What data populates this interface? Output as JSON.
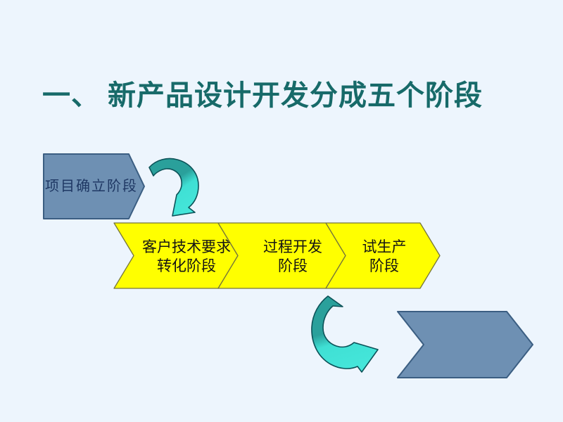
{
  "slide": {
    "title": "一、 新产品设计开发分成五个阶段",
    "colors": {
      "background": "#edf5fd",
      "title_text": "#176a69",
      "stage_fill": "#6e90b3",
      "stage_border": "#3b5e82",
      "stage_text": "#1f3864",
      "phase_fill": "#ffff00",
      "phase_border": "#76763a",
      "phase_text": "#141414",
      "arrow_dark": "#2aa09b",
      "arrow_bright": "#3fe0d4",
      "arrow_outline": "#0c5258"
    },
    "diagram": {
      "start_stage": {
        "label": "项目确立阶段"
      },
      "phases": [
        {
          "line1": "客户技术要求",
          "line2": "转化阶段"
        },
        {
          "line1": "过程开发",
          "line2": "阶段"
        },
        {
          "line1": "试生产",
          "line2": "阶段"
        }
      ],
      "end_stage": {
        "label": ""
      }
    }
  }
}
